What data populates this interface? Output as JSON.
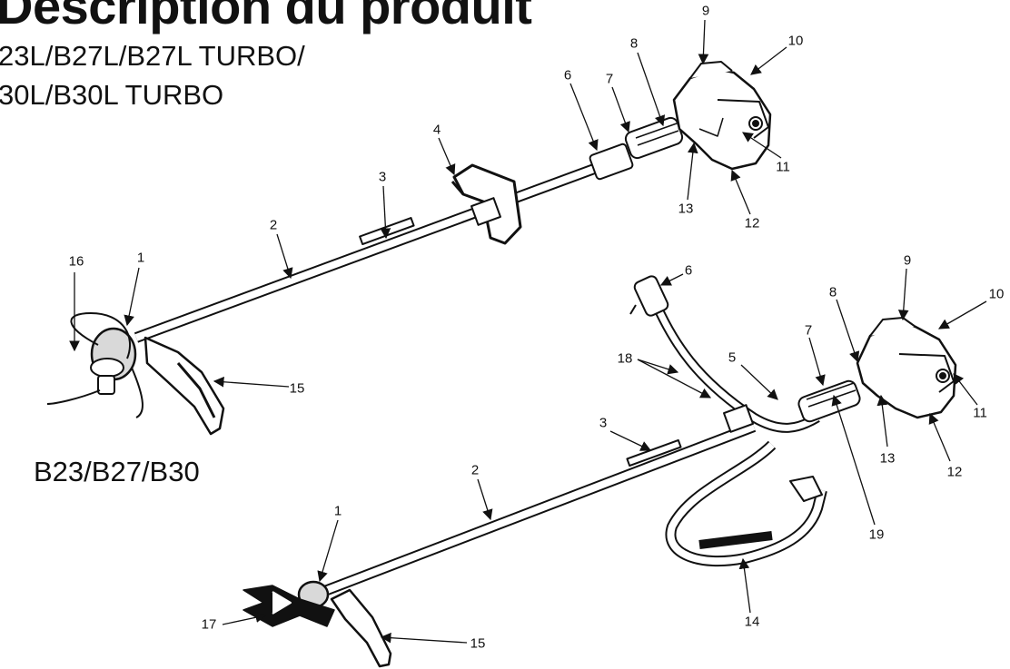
{
  "title": "Description du produit",
  "models": {
    "top_line1": "23L/B27L/B27L TURBO/",
    "top_line2": "30L/B30L TURBO",
    "bottom": "B23/B27/B30"
  },
  "callouts_top": [
    "1",
    "2",
    "3",
    "4",
    "6",
    "7",
    "8",
    "9",
    "10",
    "11",
    "12",
    "13",
    "15",
    "16"
  ],
  "callouts_bottom": [
    "1",
    "2",
    "3",
    "5",
    "6",
    "7",
    "8",
    "9",
    "10",
    "11",
    "12",
    "13",
    "14",
    "15",
    "17",
    "18",
    "19"
  ],
  "colors": {
    "ink": "#111111",
    "paper": "#ffffff",
    "shade": "#d9d9d9"
  }
}
